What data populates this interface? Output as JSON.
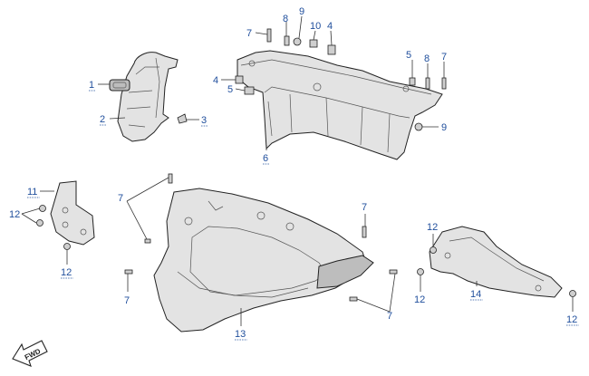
{
  "callouts": {
    "c1": "1",
    "c2": "2",
    "c3": "3",
    "c4a": "4",
    "c4b": "4",
    "c5a": "5",
    "c5b": "5",
    "c6": "6",
    "c7a": "7",
    "c7b": "7",
    "c7c": "7",
    "c7d": "7",
    "c7e": "7",
    "c7f": "7",
    "c8a": "8",
    "c8b": "8",
    "c9a": "9",
    "c9b": "9",
    "c10": "10",
    "c11": "11",
    "c12a": "12",
    "c12b": "12",
    "c12c": "12",
    "c12d": "12",
    "c12e": "12",
    "c13": "13",
    "c14": "14"
  },
  "fwd_label": "FWD",
  "colors": {
    "callout": "#1f4e9c",
    "line": "#222222",
    "part_fill": "#e3e3e3"
  }
}
